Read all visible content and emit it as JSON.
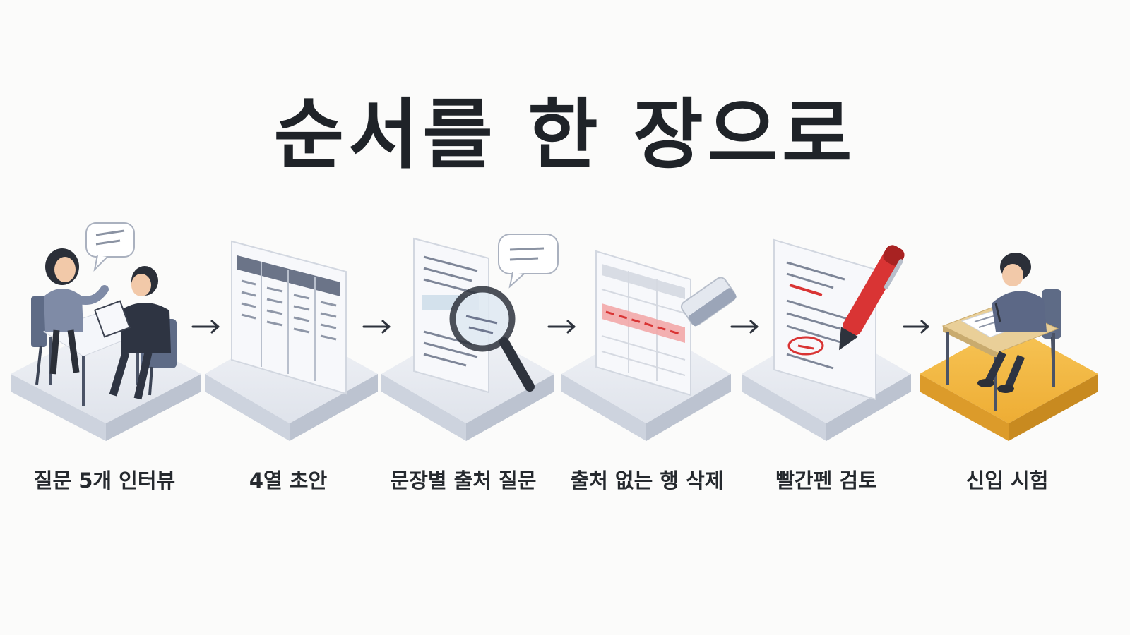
{
  "title": "순서를 한 장으로",
  "colors": {
    "platform_gray": "#e3e7ef",
    "platform_highlight": "#f2b43c",
    "accent_red": "#d93434",
    "ink": "#1f2328"
  },
  "steps": [
    {
      "label": "질문 5개 인터뷰",
      "icon": "interview-icon"
    },
    {
      "label": "4열 초안",
      "icon": "four-column-draft-icon"
    },
    {
      "label": "문장별 출처 질문",
      "icon": "magnifier-document-icon"
    },
    {
      "label": "출처 없는 행 삭제",
      "icon": "eraser-table-icon"
    },
    {
      "label": "빨간펜 검토",
      "icon": "red-pen-review-icon"
    },
    {
      "label": "신입 시험",
      "icon": "exam-student-icon"
    }
  ],
  "arrow_icon": "right-arrow-icon"
}
